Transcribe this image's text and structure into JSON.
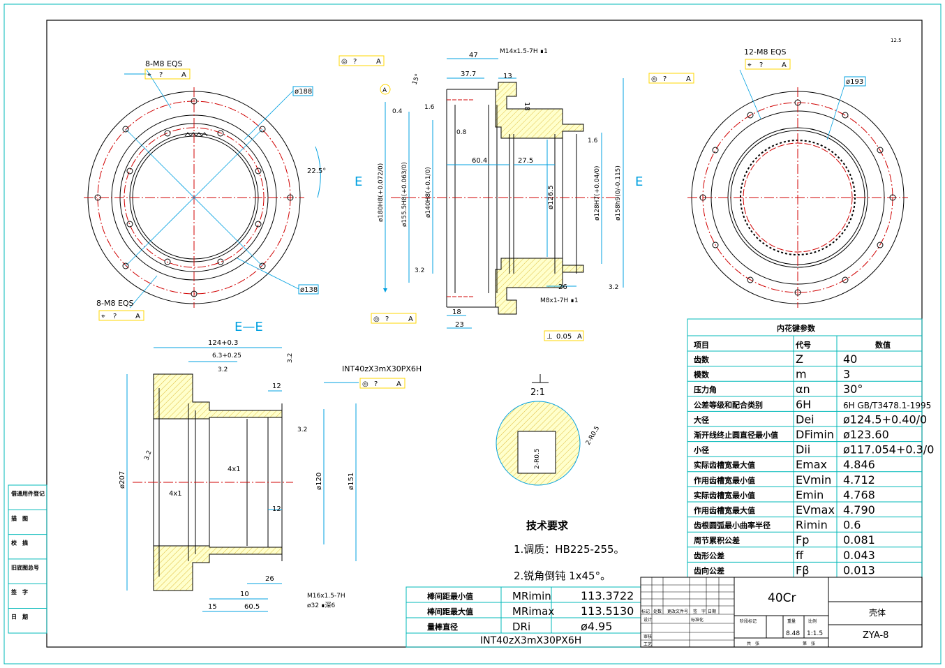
{
  "colors": {
    "border": "#00b8b8",
    "dimension": "#00a0e0",
    "centerline": "#d00000",
    "outline": "#000000",
    "hatch": "#e0c040",
    "frame": "#ffff66",
    "section_fill": "#ffffcc"
  },
  "roughness_corner": "12.5",
  "top_left_view": {
    "holes_top": "8-M8 EQS",
    "holes_bottom": "8-M8 EQS",
    "gtol_top": [
      "⌖",
      "?",
      "A"
    ],
    "gtol_bottom": [
      "⌖",
      "?",
      "A"
    ],
    "dia_188": "ø188",
    "dia_138": "ø138",
    "angle": "22.5°"
  },
  "top_middle_view": {
    "gtol_left": [
      "◎",
      "?",
      "A"
    ],
    "gtol_right": [
      "◎",
      "?",
      "A"
    ],
    "gtol_bottom": [
      "◎",
      "?",
      "A"
    ],
    "datum": "A",
    "section_mark": "E",
    "d47": "47",
    "thread_top": "M14x1.5-7H ∎1",
    "d377": "37.7",
    "d13": "13",
    "d18r": "18",
    "d15": "15°",
    "r04": "0.4",
    "r16a": "1.6",
    "r08": "0.8",
    "r16b": "1.6",
    "d604": "60.4",
    "d275": "27.5",
    "dia180": "ø180H8(+0.072/0)",
    "dia1555": "ø155.5H8(+0.063/0)",
    "dia140": "ø140H8(+0.1/0)",
    "dia1265": "ø126.5",
    "dia128": "ø128H7(+0.04/0)",
    "dia158": "ø158h9(0/-0.115)",
    "r32": "3.2",
    "d26": "26",
    "r32b": "3.2",
    "thread_bottom": "M8x1-7H ∎1",
    "d18": "18",
    "d23": "23",
    "perp": [
      "⊥",
      "0.05",
      "A"
    ]
  },
  "top_right_view": {
    "holes": "12-M8 EQS",
    "gtol": [
      "⌖",
      "?",
      "A"
    ],
    "dia193": "ø193"
  },
  "section_ee": {
    "title": "E—E",
    "d124": "124+0.3",
    "d63": "6.3+0.25",
    "r32a": "3.2",
    "r32b": "3.2",
    "r32c": "3.2",
    "d12a": "12",
    "d12b": "12",
    "spline": "INT40zX3mX30PX6H",
    "gtol": [
      "◎",
      "?",
      "A"
    ],
    "dia207": "ø207",
    "dia120": "ø120",
    "dia151": "ø151",
    "c4x1a": "4x1",
    "c4x1b": "4x1",
    "r32d": "3.2",
    "d26": "26",
    "d10": "10",
    "d15": "15",
    "d605": "60.5",
    "thread": "M16x1.5-7H",
    "counter": "ø32 ∎深6"
  },
  "detail": {
    "scale": "2:1",
    "r1": "2-R0.5",
    "r2": "2-R0.5"
  },
  "tech_req": {
    "title": "技术要求",
    "item1": "1.调质：HB225-255。",
    "item2": "2.锐角倒钝 1x45°。"
  },
  "spline_table": {
    "title": "内花键参数",
    "headers": [
      "项目",
      "代号",
      "数值"
    ],
    "rows": [
      [
        "齿数",
        "Z",
        "40"
      ],
      [
        "模数",
        "m",
        "3"
      ],
      [
        "压力角",
        "αn",
        "30°"
      ],
      [
        "公差等级和配合类别",
        "6H",
        "6H GB/T3478.1-1995"
      ],
      [
        "大径",
        "Dei",
        "ø124.5+0.40/0"
      ],
      [
        "渐开线终止圆直径最小值",
        "DFimin",
        "ø123.60"
      ],
      [
        "小径",
        "Dii",
        "ø117.054+0.3/0"
      ],
      [
        "实际齿槽宽最大值",
        "Emax",
        "4.846"
      ],
      [
        "作用齿槽宽最小值",
        "EVmin",
        "4.712"
      ],
      [
        "实际齿槽宽最小值",
        "Emin",
        "4.768"
      ],
      [
        "作用齿槽宽最大值",
        "EVmax",
        "4.790"
      ],
      [
        "齿根圆弧最小曲率半径",
        "Rimin",
        "0.6"
      ],
      [
        "周节累积公差",
        "Fp",
        "0.081"
      ],
      [
        "齿形公差",
        "ff",
        "0.043"
      ],
      [
        "齿向公差",
        "Fβ",
        "0.013"
      ]
    ]
  },
  "pin_table": {
    "rows": [
      [
        "棒间距最小值",
        "MRimin",
        "113.3722"
      ],
      [
        "棒间距最大值",
        "MRimax",
        "113.5130"
      ],
      [
        "量棒直径",
        "DRi",
        "ø4.95"
      ]
    ],
    "footer": "INT40zX3mX30PX6H"
  },
  "side_labels": [
    "借通用件登记",
    "描　图",
    "校　描",
    "旧底图总号",
    "签　字",
    "日　期"
  ],
  "title_block": {
    "material": "40Cr",
    "part_name": "壳体",
    "drawing_no": "ZYA-8",
    "mass": "8.48",
    "scale": "1:1.5",
    "h_mark": "标记",
    "h_count": "处数",
    "h_file": "更改文件号",
    "h_sign": "签　字",
    "h_date": "日期",
    "h_design": "设计",
    "h_std": "标准化",
    "h_stage": "阶段标记",
    "h_weight": "重量",
    "h_scale": "比例",
    "h_check": "审核",
    "h_process": "工艺",
    "h_total": "共　张",
    "h_sheet": "第　张"
  }
}
